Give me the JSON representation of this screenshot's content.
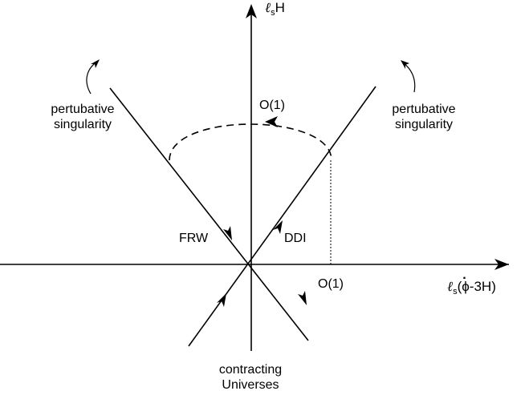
{
  "axes": {
    "y_label_ell": "ℓ",
    "y_label_sub": "s",
    "y_label_rest": "H",
    "x_label_ell": "ℓ",
    "x_label_sub": "s",
    "x_label_open": "(",
    "x_label_phi": "ϕ",
    "x_label_rest": "-3H)",
    "x_tick": "O(1)",
    "y_tick": "O(1)"
  },
  "labels": {
    "frw": "FRW",
    "ddi": "DDI",
    "left_singularity_1": "pertubative",
    "left_singularity_2": "singularity",
    "right_singularity_1": "pertubative",
    "right_singularity_2": "singularity",
    "contracting_1": "contracting",
    "contracting_2": "Universes"
  }
}
